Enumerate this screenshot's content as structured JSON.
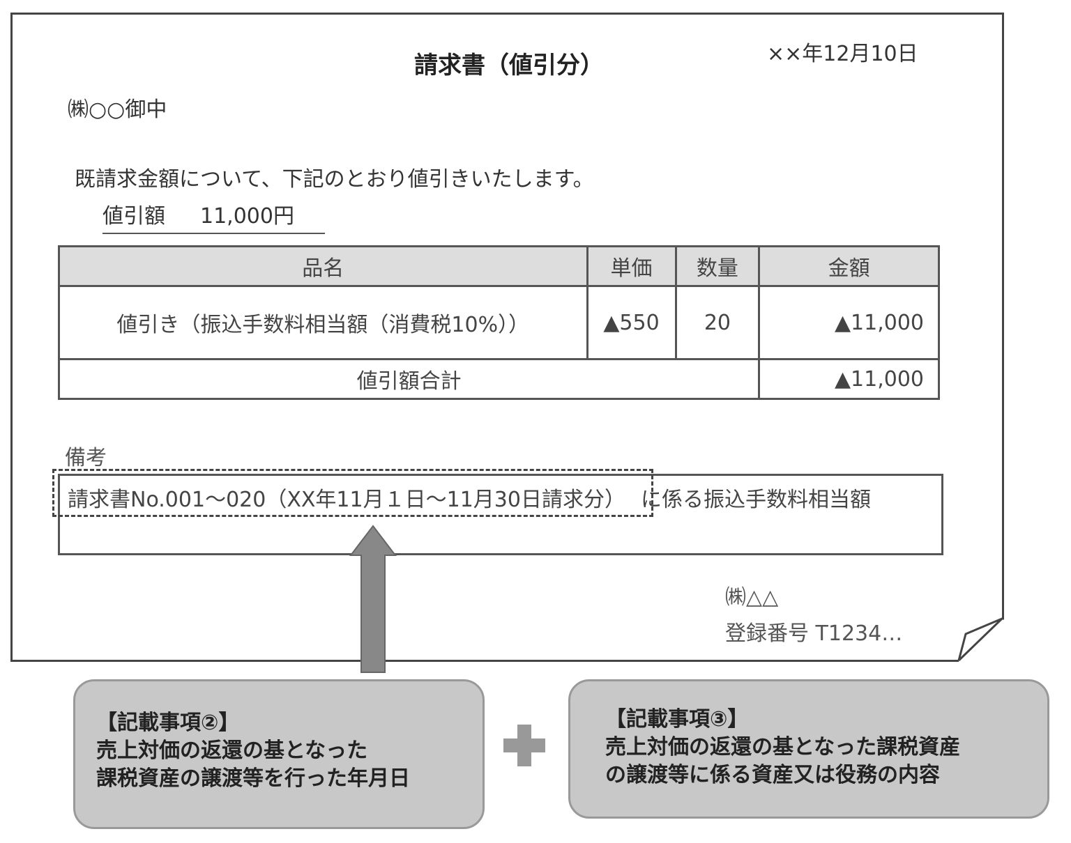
{
  "invoice": {
    "title": "請求書（値引分）",
    "date": "××年12月10日",
    "addressee": "㈱○○御中",
    "body": "既請求金額について、下記のとおり値引きいたします。",
    "discount_label": "値引額",
    "discount_amount": "11,000円",
    "table": {
      "headers": [
        "品名",
        "単価",
        "数量",
        "金額"
      ],
      "rows": [
        [
          "値引き（振込手数料相当額（消費税10%））",
          "▲550",
          "20",
          "▲11,000"
        ]
      ],
      "total_label": "値引額合計",
      "total_value": "▲11,000"
    },
    "remarks_label": "備考",
    "remarks_highlight": "請求書No.001～020（XX年11月１日～11月30日請求分）",
    "remarks_rest": "に係る振込手数料相当額",
    "issuer": "㈱△△",
    "registration": "登録番号 T1234…"
  },
  "callouts": {
    "item2": {
      "title": "【記載事項②】",
      "line1": "売上対価の返還の基となった",
      "line2": "課税資産の譲渡等を行った年月日"
    },
    "plus": "+",
    "item3": {
      "title": "【記載事項③】",
      "line1": "売上対価の返還の基となった課税資産",
      "line2": "の譲渡等に係る資産又は役務の内容"
    }
  }
}
